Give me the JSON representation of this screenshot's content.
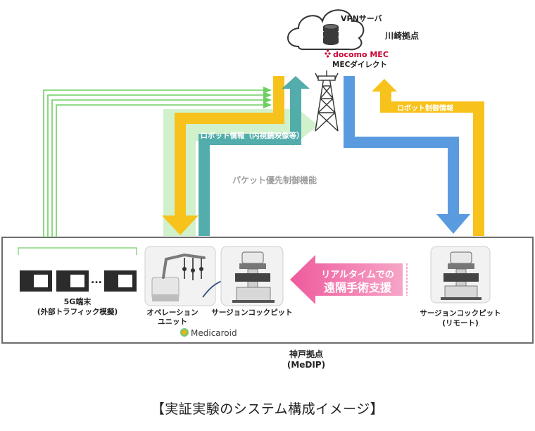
{
  "cloud": {
    "vpn_server": "VPNサーバ",
    "site_kawasaki": "川崎拠点",
    "docomo_mec": "docomo MEC",
    "mec_direct": "MECダイレクト"
  },
  "flows": {
    "robot_info_endoscope": "ロボット情報（内視鏡映像等）",
    "packet_priority": "パケット優先制御機能",
    "robot_control_info": "ロボット制御情報",
    "realtime_line1": "リアルタイムでの",
    "realtime_line2": "遠隔手術支援"
  },
  "terminals": {
    "label_line1": "5G端末",
    "label_line2": "(外部トラフィック模擬)",
    "ellipsis": "..."
  },
  "equipment": {
    "operation_unit_line1": "オペレーション",
    "operation_unit_line2": "ユニット",
    "surgeon_cockpit": "サージョンコックピット",
    "surgeon_cockpit_remote_line1": "サージョンコックピット",
    "surgeon_cockpit_remote_line2": "(リモート)",
    "medicaroid": "Medicaroid"
  },
  "site_kobe": {
    "line1": "神戸拠点",
    "line2": "(MeDIP)"
  },
  "caption": "【実証実験のシステム構成イメージ】",
  "colors": {
    "yellow": "#f7c21c",
    "blue": "#5a9be0",
    "green": "#c6eec0",
    "teal": "#4aa9a8",
    "pink": "#e8458e",
    "docomo_red": "#cc0033"
  }
}
